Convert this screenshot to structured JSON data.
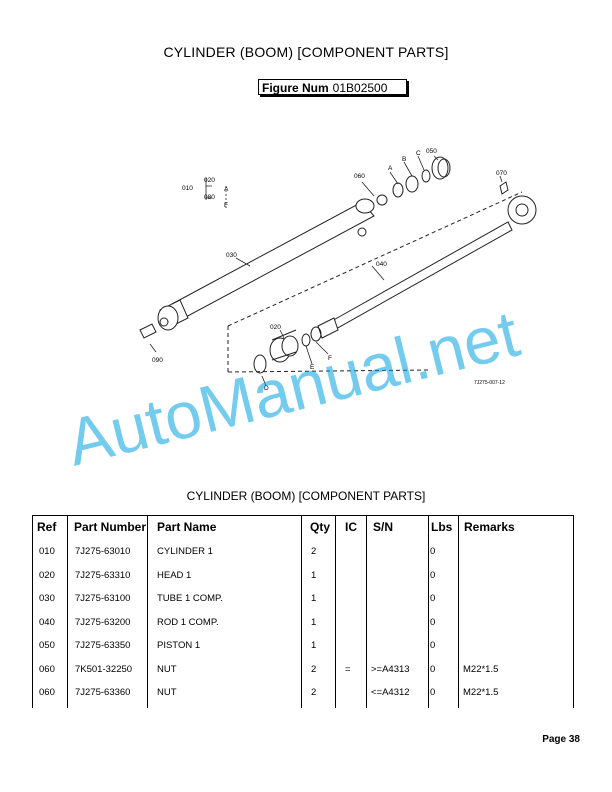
{
  "title": "CYLINDER (BOOM) [COMPONENT PARTS]",
  "figure": {
    "label": "Figure Num",
    "number": "01B02500"
  },
  "diagram": {
    "callouts": {
      "c010": "010",
      "c020a": "020",
      "c080": "080",
      "cA1": "A",
      "cF1": "F",
      "c030": "030",
      "c060": "060",
      "cA2": "A",
      "cB": "B",
      "cC": "C",
      "c050": "050",
      "c070": "070",
      "c040": "040",
      "c020b": "020",
      "cD": "D",
      "cE": "E",
      "cF2": "F",
      "c090": "090",
      "code": "7J275-007-12"
    }
  },
  "watermark": "AutoManual.net",
  "table": {
    "title": "CYLINDER (BOOM) [COMPONENT PARTS]",
    "headers": {
      "ref": "Ref",
      "part_number": "Part Number",
      "part_name": "Part Name",
      "qty": "Qty",
      "ic": "IC",
      "sn": "S/N",
      "lbs": "Lbs",
      "remarks": "Remarks"
    },
    "rows": [
      {
        "ref": "010",
        "part_number": "7J275-63010",
        "part_name": "CYLINDER 1",
        "qty": "2",
        "ic": "",
        "sn": "",
        "lbs": "0",
        "remarks": ""
      },
      {
        "ref": "020",
        "part_number": "7J275-63310",
        "part_name": "HEAD 1",
        "qty": "1",
        "ic": "",
        "sn": "",
        "lbs": "0",
        "remarks": ""
      },
      {
        "ref": "030",
        "part_number": "7J275-63100",
        "part_name": "TUBE 1 COMP.",
        "qty": "1",
        "ic": "",
        "sn": "",
        "lbs": "0",
        "remarks": ""
      },
      {
        "ref": "040",
        "part_number": "7J275-63200",
        "part_name": "ROD 1 COMP.",
        "qty": "1",
        "ic": "",
        "sn": "",
        "lbs": "0",
        "remarks": ""
      },
      {
        "ref": "050",
        "part_number": "7J275-63350",
        "part_name": "PISTON 1",
        "qty": "1",
        "ic": "",
        "sn": "",
        "lbs": "0",
        "remarks": ""
      },
      {
        "ref": "060",
        "part_number": "7K501-32250",
        "part_name": "NUT",
        "qty": "2",
        "ic": "=",
        "sn": ">=A4313",
        "lbs": "0",
        "remarks": "M22*1.5"
      },
      {
        "ref": "060",
        "part_number": "7J275-63360",
        "part_name": "NUT",
        "qty": "2",
        "ic": "",
        "sn": "<=A4312",
        "lbs": "0",
        "remarks": "M22*1.5"
      }
    ]
  },
  "page": "Page 38",
  "colors": {
    "watermark": "#00a3e0"
  }
}
